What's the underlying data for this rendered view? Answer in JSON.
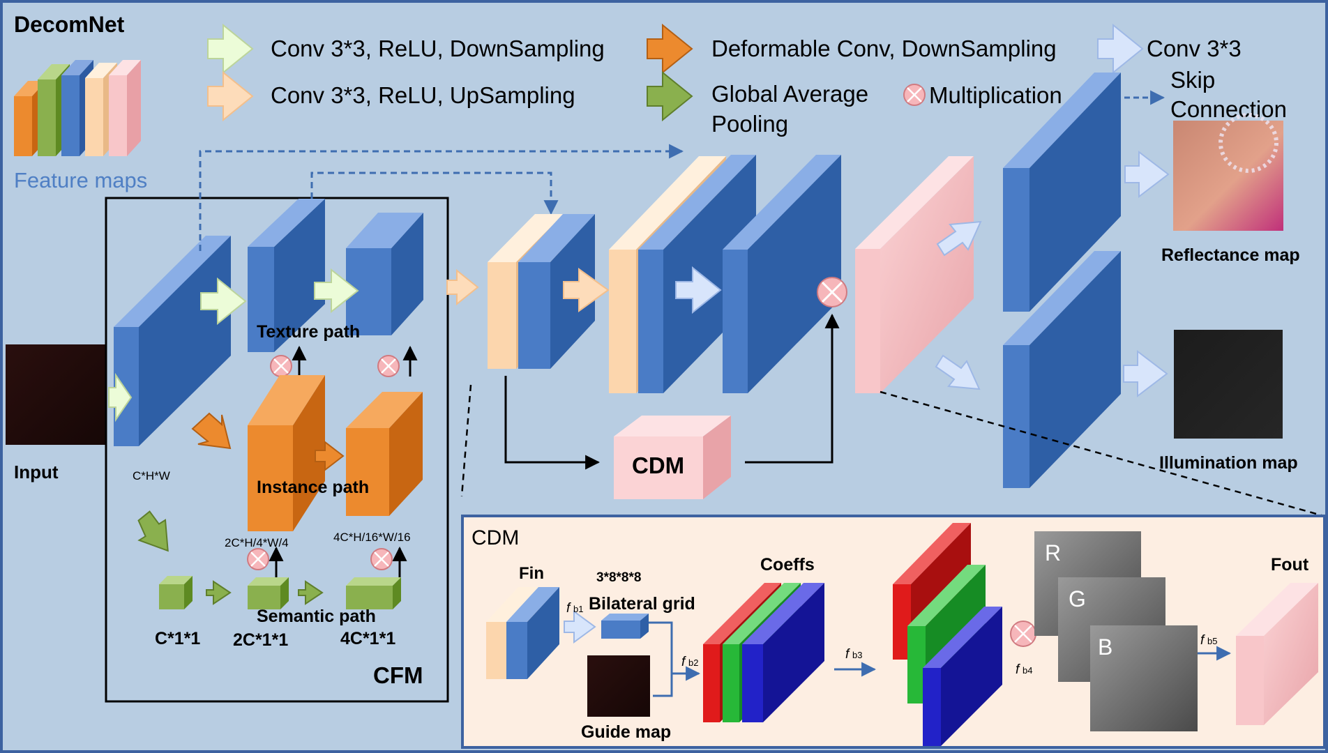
{
  "title": "DecomNet",
  "legend": {
    "conv_relu_down": "Conv 3*3, ReLU, DownSampling",
    "conv_relu_up": "Conv 3*3, ReLU, UpSampling",
    "deform_down": "Deformable Conv, DownSampling",
    "gap_line1": "Global Average",
    "gap_line2": "Pooling",
    "multiplication": "Multiplication",
    "conv3": "Conv 3*3",
    "skip_line1": "Skip",
    "skip_line2": "Connection"
  },
  "feature_maps_label": "Feature maps",
  "input_label": "Input",
  "cfm": {
    "label": "CFM",
    "texture_path": "Texture path",
    "instance_path": "Instance path",
    "semantic_path": "Semantic path",
    "dim_chw": "C*H*W",
    "dim_2c": "2C*H/4*W/4",
    "dim_4c": "4C*H/16*W/16",
    "sem_c": "C*1*1",
    "sem_2c": "2C*1*1",
    "sem_4c": "4C*1*1"
  },
  "cdm_block_label": "CDM",
  "outputs": {
    "reflectance": "Reflectance map",
    "illumination": "Illumination map"
  },
  "cdm_detail": {
    "title": "CDM",
    "fin": "Fin",
    "grid_dims": "3*8*8*8",
    "bilateral_grid": "Bilateral grid",
    "guide_map": "Guide map",
    "coeffs": "Coeffs",
    "fout": "Fout",
    "ch_r": "R",
    "ch_g": "G",
    "ch_b": "B",
    "f_letter": "f",
    "fb1": "b1",
    "fb2": "b2",
    "fb3": "b3",
    "fb4": "b4",
    "fb5": "b5"
  },
  "colors": {
    "background": "#b8cde2",
    "frame": "#3d62a0",
    "conv_blue": "#4a7cc6",
    "deform_orange": "#ec8a2e",
    "upsample_peach": "#fcd6ad",
    "gap_green": "#8ab04e",
    "pink": "#f6b8bc",
    "cdm_panel": "#fdeee2",
    "red": "#e01b1b",
    "green": "#27b838",
    "blue": "#2222c8"
  }
}
